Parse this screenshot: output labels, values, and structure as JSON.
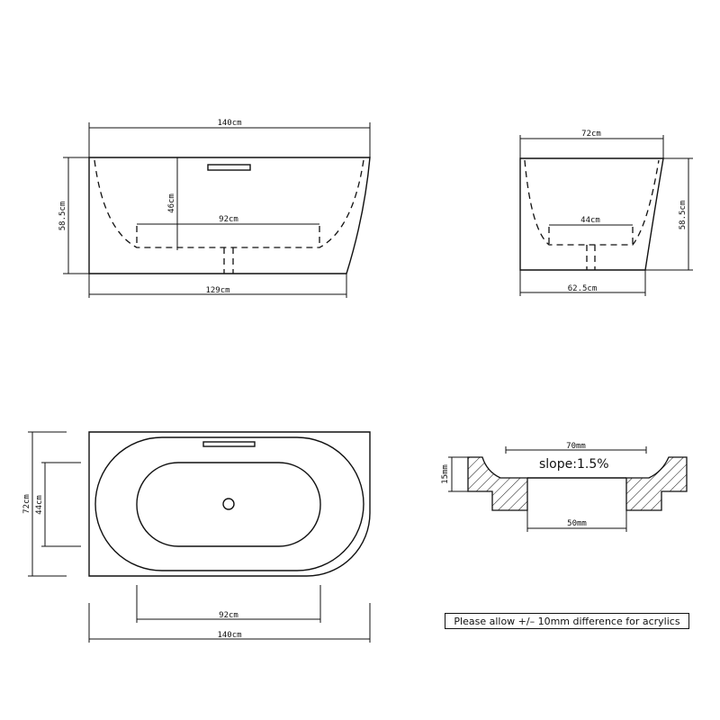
{
  "front_view": {
    "overall_length": "140cm",
    "base_length": "129cm",
    "height": "58.5cm",
    "inner_depth": "46cm",
    "inner_bottom_length": "92cm"
  },
  "side_view": {
    "overall_width": "72cm",
    "base_width": "62.5cm",
    "height": "58.5cm",
    "inner_bottom_width": "44cm"
  },
  "top_view": {
    "overall_width": "72cm",
    "inner_width": "44cm",
    "inner_bottom_length": "92cm",
    "overall_length": "140cm"
  },
  "drain_detail": {
    "top_opening": "70mm",
    "bottom_opening": "50mm",
    "thickness": "15mm",
    "slope": "slope:1.5%"
  },
  "note": "Please allow +/– 10mm difference for acrylics"
}
